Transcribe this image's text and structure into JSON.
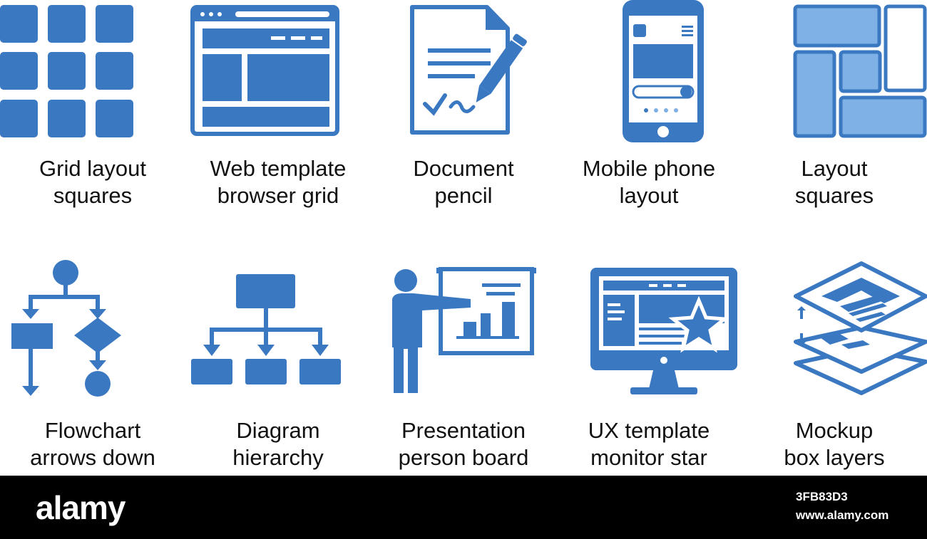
{
  "colors": {
    "icon": "#3a78c2",
    "icon_light": "#7fb0e6",
    "footer_bg": "#000000",
    "label": "#111111"
  },
  "icons": [
    {
      "icon": "grid-layout-squares-icon",
      "line1": "Grid layout",
      "line2": "squares"
    },
    {
      "icon": "web-template-browser-icon",
      "line1": "Web template",
      "line2": "browser grid"
    },
    {
      "icon": "document-pencil-icon",
      "line1": "Document",
      "line2": "pencil"
    },
    {
      "icon": "mobile-phone-layout-icon",
      "line1": "Mobile phone",
      "line2": "layout"
    },
    {
      "icon": "layout-squares-icon",
      "line1": "Layout",
      "line2": "squares"
    },
    {
      "icon": "flowchart-arrows-icon",
      "line1": "Flowchart",
      "line2": "arrows down"
    },
    {
      "icon": "diagram-hierarchy-icon",
      "line1": "Diagram",
      "line2": "hierarchy"
    },
    {
      "icon": "presentation-person-board-icon",
      "line1": "Presentation",
      "line2": "person board"
    },
    {
      "icon": "ux-template-monitor-star-icon",
      "line1": "UX template",
      "line2": "monitor star"
    },
    {
      "icon": "mockup-box-layers-icon",
      "line1": "Mockup",
      "line2": "box layers"
    }
  ],
  "footer": {
    "logo": "alamy",
    "image_id": "3FB83D3",
    "site": "www.alamy.com"
  }
}
